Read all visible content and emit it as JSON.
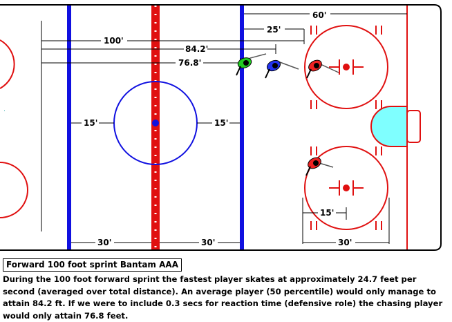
{
  "dimensions": {
    "d60": "60'",
    "d25": "25'",
    "d100": "100'",
    "d84": "84.2'",
    "d76": "76.8'",
    "d15_left": "15'",
    "d15_right": "15'",
    "d15_faceoff": "15'",
    "d30_a": "30'",
    "d30_b": "30'",
    "d30_c": "30'"
  },
  "players": [
    {
      "name": "green-player",
      "color": "#22cc22"
    },
    {
      "name": "blue-player",
      "color": "#2233ee"
    },
    {
      "name": "red-player-top",
      "color": "#ee2222"
    },
    {
      "name": "red-player-bottom",
      "color": "#ee2222"
    }
  ],
  "colors": {
    "blue_line": "#1010e0",
    "red_line": "#e01010",
    "crease": "#7fffff",
    "board": "#000000"
  },
  "caption": {
    "title": "Forward 100 foot sprint Bantam AAA",
    "body": "During the 100 foot forward sprint the fastest player skates at approximately 24.7 feet per second (averaged over total distance). An average player (50 percentile) would only manage to attain 84.2 ft. If we were to include 0.3 secs for reaction time (defensive role) the chasing player would only attain 76.8 feet."
  }
}
